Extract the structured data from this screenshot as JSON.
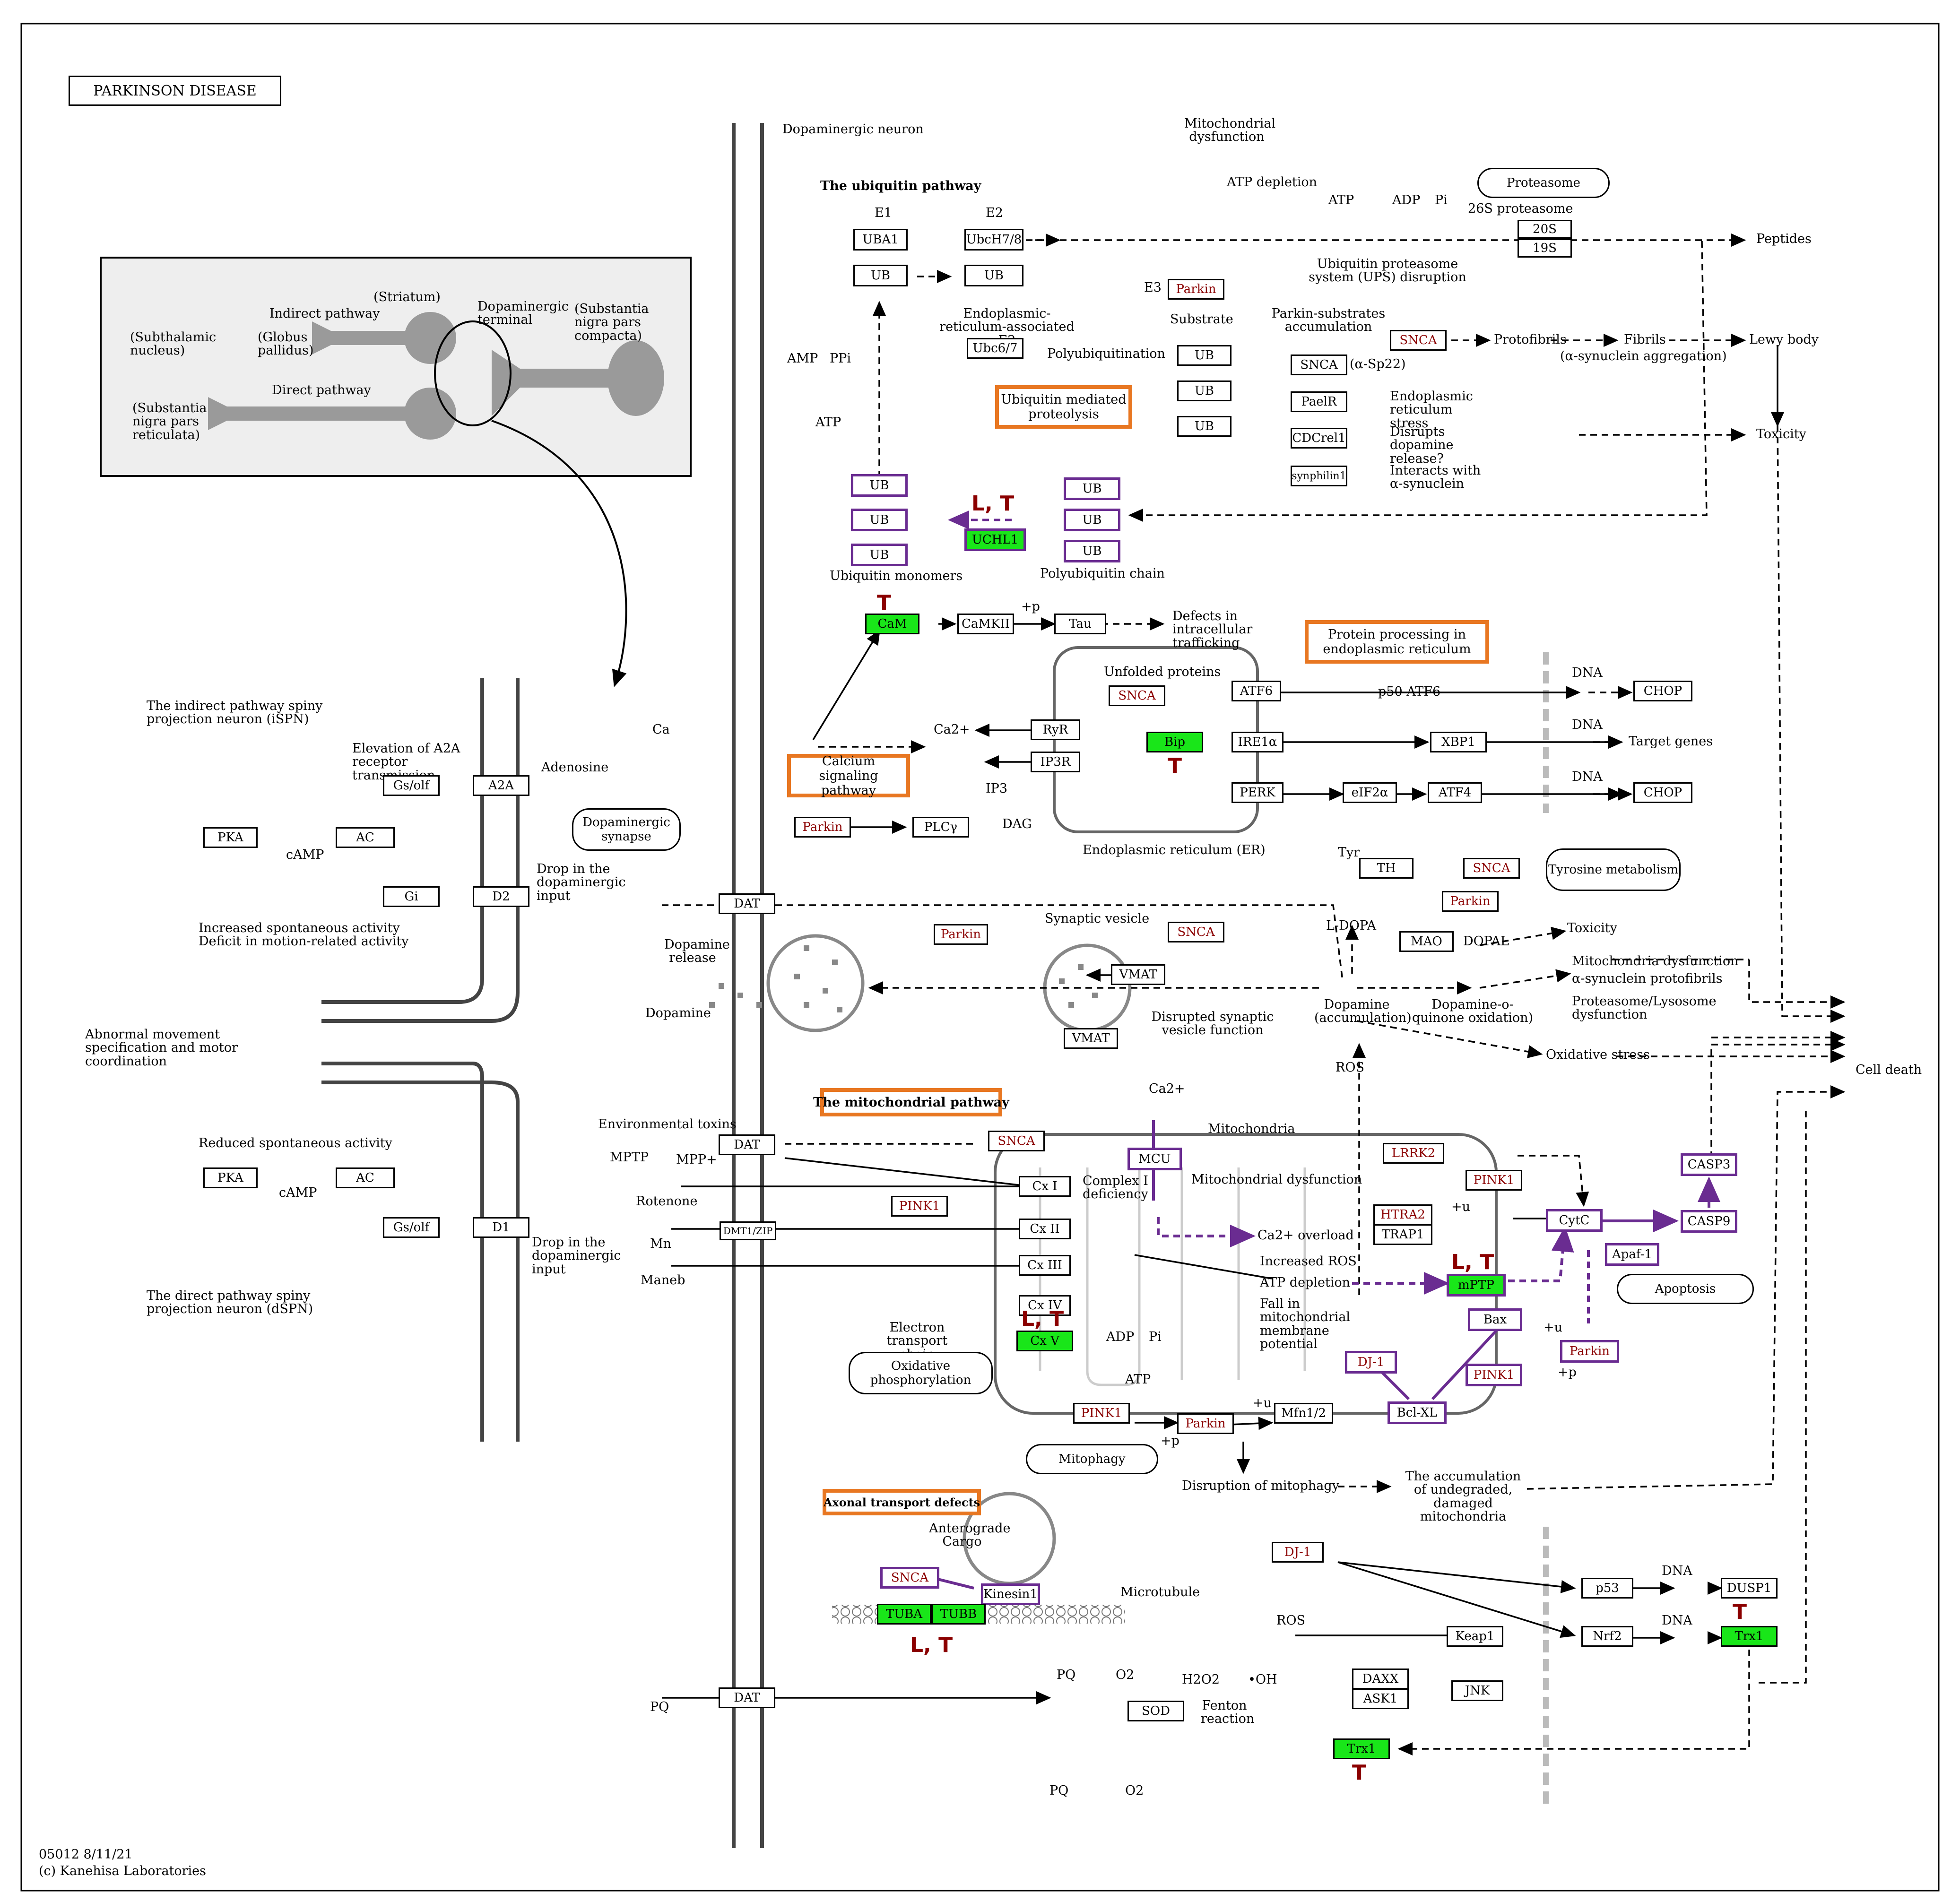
{
  "title": "PARKINSON DISEASE",
  "footer": {
    "map_id": "05012 8/11/21",
    "copyright": "(c) Kanehisa Laboratories"
  },
  "colors": {
    "lt_green": "#19e619",
    "purple": "#6a2c91",
    "orange": "#e87722",
    "dark_red": "#8b0000"
  },
  "inset": {
    "striatum": "(Striatum)",
    "indirect": "Indirect pathway",
    "direct": "Direct pathway",
    "dopa_terminal": "Dopaminergic terminal",
    "snpc": "(Substantia nigra pars compacta)",
    "subthalamic": "(Subthalamic nucleus)",
    "globus": "(Globus pallidus)",
    "snpr": "(Substantia nigra pars reticulata)"
  },
  "left": {
    "ispn": "The indirect pathway spiny projection neuron (iSPN)",
    "dspn": "The direct pathway spiny projection neuron (dSPN)",
    "a2a_elev": "Elevation of A2A receptor transmission",
    "adenosine": "Adenosine",
    "drop1": "Drop in the dopaminergic input",
    "drop2": "Drop in the dopaminergic input",
    "increased": "Increased spontaneous activity Deficit in motion-related activity",
    "abnormal": "Abnormal movement specification and motor coordination",
    "reduced": "Reduced spontaneous activity",
    "camp": "cAMP",
    "dopamine": "Dopamine",
    "gsolf": "Gs/olf",
    "a2a": "A2A",
    "pka": "PKA",
    "ac": "AC",
    "gi": "Gi",
    "d2": "D2",
    "d1": "D1"
  },
  "ubiquitin": {
    "header": "The ubiquitin pathway",
    "neuron": "Dopaminergic neuron",
    "e1": "E1",
    "e2": "E2",
    "e3": "E3",
    "uba1": "UBA1",
    "ubch78": "UbcH7/8",
    "ub": "UB",
    "er_e2": "Endoplasmic-reticulum-associated E2",
    "ubc67": "Ubc6/7",
    "amp": "AMP",
    "ppi": "PPi",
    "atp": "ATP",
    "adp": "ADP",
    "pi": "Pi",
    "plus": "+",
    "polyubiq": "Polyubiquitination",
    "ump": "Ubiquitin mediated proteolysis",
    "monomers": "Ubiquitin monomers",
    "polychain": "Polyubiquitin chain",
    "uchl1": "UCHL1",
    "mito_dys": "Mitochondrial dysfunction",
    "atp_dep": "ATP depletion",
    "proteasome": "Proteasome",
    "p26s": "26S proteasome",
    "p20s": "20S",
    "p19s": "19S",
    "peptides": "Peptides",
    "ups": "Ubiquitin proteasome system (UPS) disruption",
    "parkin": "Parkin",
    "substrate": "Substrate",
    "parkin_sub": "Parkin-substrates accumulation",
    "snca": "SNCA",
    "snca_p22": "(α-Sp22)",
    "pael": "PaelR",
    "er_stress": "Endoplasmic reticulum stress",
    "cdcrel": "CDCrel1",
    "dopa_rel": "Disrupts dopamine release?",
    "synphilin": "synphilin1",
    "interacts": "Interacts with α-synuclein",
    "protofibrils": "Protofibrils",
    "fibrils": "Fibrils",
    "asyn_agg": "(α-synuclein aggregation)",
    "lewy": "Lewy body",
    "toxicity": "Toxicity"
  },
  "er": {
    "cam": "CaM",
    "camkii": "CaMKII",
    "p": "+p",
    "tau": "Tau",
    "defects": "Defects in intracellular trafficking",
    "ppe": "Protein processing in endoplasmic reticulum",
    "unfolded": "Unfolded proteins",
    "snca": "SNCA",
    "bip": "Bip",
    "atf6": "ATF6",
    "ire1": "IRE1α",
    "perk": "PERK",
    "eif2a": "eIF2α",
    "atf4": "ATF4",
    "xbp1": "XBP1",
    "p50": "p50 ATF6",
    "dna": "DNA",
    "chop": "CHOP",
    "target": "Target genes",
    "ryr": "RyR",
    "ip3r": "IP3R",
    "ca2": "Ca2+",
    "ca": "Ca",
    "calcium": "Calcium signaling pathway",
    "parkin": "Parkin",
    "plcg": "PLCγ",
    "ip3": "IP3",
    "dag": "DAG",
    "er_label": "Endoplasmic reticulum (ER)",
    "dopa_syn": "Dopaminergic synapse",
    "tyr": "Tyr",
    "th": "TH",
    "tyr_met": "Tyrosine metabolism",
    "ldopa": "L-DOPA",
    "mao": "MAO",
    "dopal": "DOPAL",
    "toxicity": "Toxicity"
  },
  "synapse": {
    "dat": "DAT",
    "dopa_release": "Dopamine release",
    "dopamine": "Dopamine",
    "syn_vesicle": "Synaptic vesicle",
    "vmat": "VMAT",
    "parkin": "Parkin",
    "snca": "SNCA",
    "disrupted": "Disrupted synaptic vesicle function",
    "dopa_acc": "Dopamine (accumulation)",
    "quinone": "Dopamine-o-quinone oxidation)",
    "mito_dys": "Mitochondria dysfunction",
    "protofib": "α-synuclein protofibrils",
    "proteasome_dys": "Proteasome/Lysosome dysfunction",
    "oxstress": "Oxidative stress",
    "ros": "ROS",
    "cell_death": "Cell death"
  },
  "mito": {
    "header": "The mitochondrial pathway",
    "env": "Environmental toxins",
    "mptp": "MPTP",
    "mpp": "MPP+",
    "rotenone": "Rotenone",
    "mn": "Mn",
    "maneb": "Maneb",
    "dmt": "DMT1/ZIP",
    "snca": "SNCA",
    "pink1": "PINK1",
    "cx1": "Cx I",
    "cx2": "Cx II",
    "cx3": "Cx III",
    "cx4": "Cx IV",
    "cx5": "Cx V",
    "cplx_def": "Complex I deficiency",
    "mcu": "MCU",
    "mito_dys": "Mitochondrial dysfunction",
    "ca_over": "Ca2+ overload",
    "mitochondria": "Mitochondria",
    "ros_inc": "Increased ROS",
    "atp_dep": "ATP depletion",
    "fall": "Fall in mitochondrial membrane potential",
    "lrrk2": "LRRK2",
    "htra2": "HTRA2",
    "trap1": "TRAP1",
    "mptp_box": "mPTP",
    "cytc": "CytC",
    "casp3": "CASP3",
    "casp9": "CASP9",
    "apaf": "Apaf-1",
    "apoptosis": "Apoptosis",
    "bax": "Bax",
    "dj1": "DJ-1",
    "bclxl": "Bcl-XL",
    "parkin": "Parkin",
    "mfn": "Mfn1/2",
    "etc": "Electron transport chain",
    "oxphos": "Oxidative phosphorylation",
    "atp": "ATP",
    "adp": "ADP",
    "pi": "Pi",
    "mitophagy": "Mitophagy",
    "disrupt_mito": "Disruption of mitophagy",
    "accum": "The accumulation of undegraded, damaged mitochondria",
    "u": "+u",
    "p": "+p"
  },
  "axonal": {
    "header": "Axonal transport defects",
    "antero": "Anterograde Cargo",
    "snca": "SNCA",
    "kinesin": "Kinesin1",
    "microtubule": "Microtubule",
    "tuba": "TUBA",
    "tubb": "TUBB",
    "dj1": "DJ-1",
    "p53": "p53",
    "dusp1": "DUSP1",
    "dna": "DNA",
    "keap1": "Keap1",
    "nrf2": "Nrf2",
    "trx1": "Trx1",
    "ros": "ROS",
    "daxx": "DAXX",
    "ask1": "ASK1",
    "jnk": "JNK",
    "pq": "PQ",
    "dat": "DAT",
    "o2": "O2",
    "h2o2": "H2O2",
    "oh": "•OH",
    "sod": "SOD",
    "fenton": "Fenton reaction"
  },
  "marks": {
    "lt": "L, T",
    "t": "T"
  }
}
